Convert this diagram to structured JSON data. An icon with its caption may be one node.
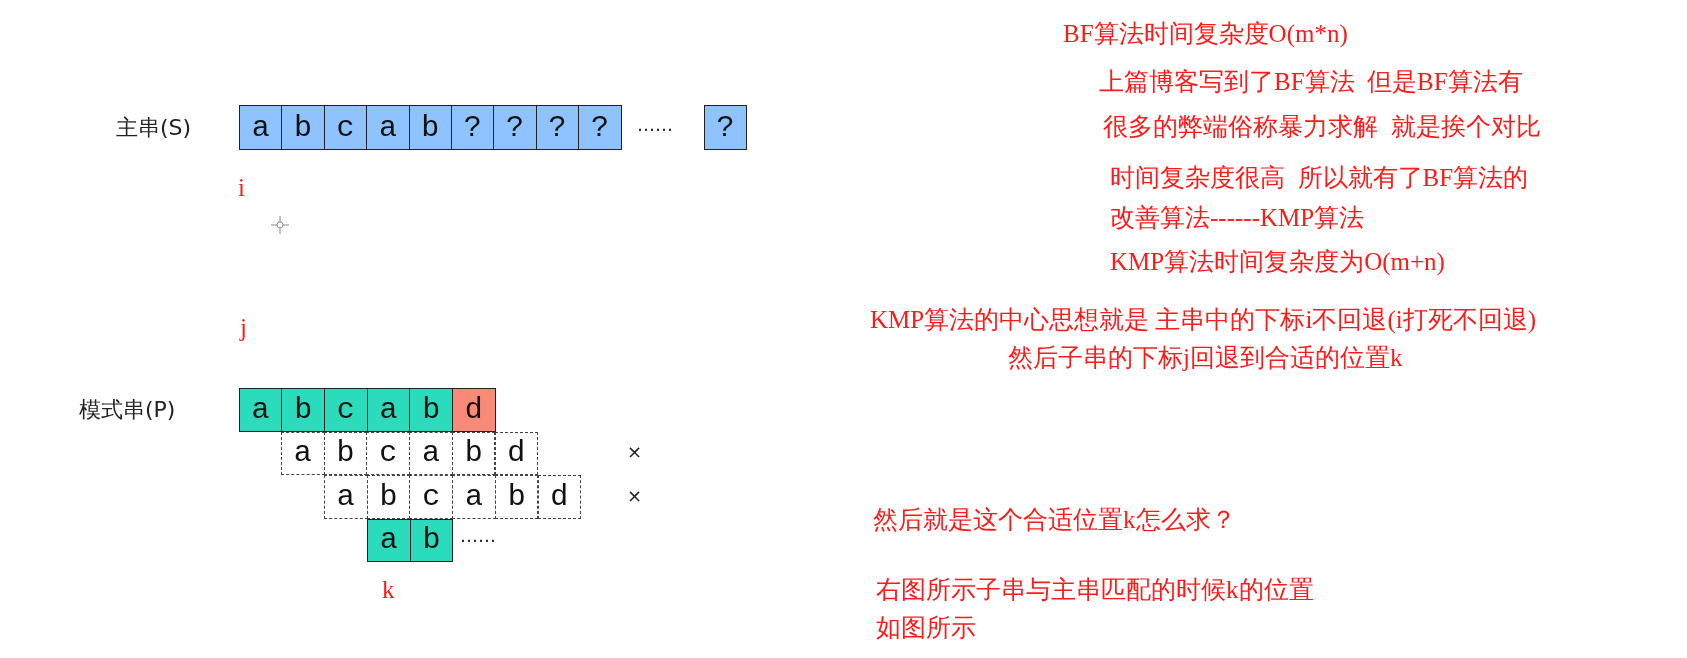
{
  "diagram": {
    "nodes": [
      {
        "text": [
          "a"
        ]
      },
      {
        "text": [
          "b"
        ]
      },
      {
        "text": [
          "c"
        ]
      },
      {
        "text": [
          "a"
        ]
      },
      {
        "text": [
          "b"
        ]
      },
      {
        "text": [
          "?"
        ]
      },
      {
        "text": [
          "?"
        ]
      },
      {
        "text": [
          "?"
        ]
      },
      {
        "text": [
          "?"
        ]
      },
      {
        "text": [
          "?"
        ]
      },
      {
        "text": [
          "a"
        ]
      },
      {
        "text": [
          "b"
        ]
      },
      {
        "text": [
          "c"
        ]
      },
      {
        "text": [
          "a"
        ]
      },
      {
        "text": [
          "b"
        ]
      },
      {
        "text": [
          "d"
        ]
      },
      {
        "text": [
          "a"
        ]
      },
      {
        "text": [
          "b"
        ]
      },
      {
        "text": [
          "c"
        ]
      },
      {
        "text": [
          "a"
        ]
      },
      {
        "text": [
          "b"
        ]
      },
      {
        "text": [
          "d"
        ]
      },
      {
        "text": [
          "a"
        ]
      },
      {
        "text": [
          "b"
        ]
      },
      {
        "text": [
          "c"
        ]
      },
      {
        "text": [
          "a"
        ]
      },
      {
        "text": [
          "b"
        ]
      },
      {
        "text": [
          "d"
        ]
      },
      {
        "text": [
          "a"
        ]
      },
      {
        "text": [
          "b"
        ]
      }
    ],
    "labels": [
      "BF算法时间复杂度O(m*n)",
      "上篇博客写到了BF算法  但是BF算法有",
      "主串(S)",
      "……",
      "很多的弊端俗称暴力求解  就是挨个对比",
      "i",
      "时间复杂度很高  所以就有了BF算法的",
      "改善算法------KMP算法",
      "KMP算法时间复杂度为O(m+n)",
      "j",
      "KMP算法的中心思想就是 主串中的下标i不回退(i打死不回退)",
      "然后子串的下标j回退到合适的位置k",
      "模式串(P)",
      "×",
      "×",
      "……",
      "然后就是这个合适位置k怎么求？",
      "k",
      "右图所示子串与主串匹配的时候k的位置",
      "如图所示"
    ]
  }
}
